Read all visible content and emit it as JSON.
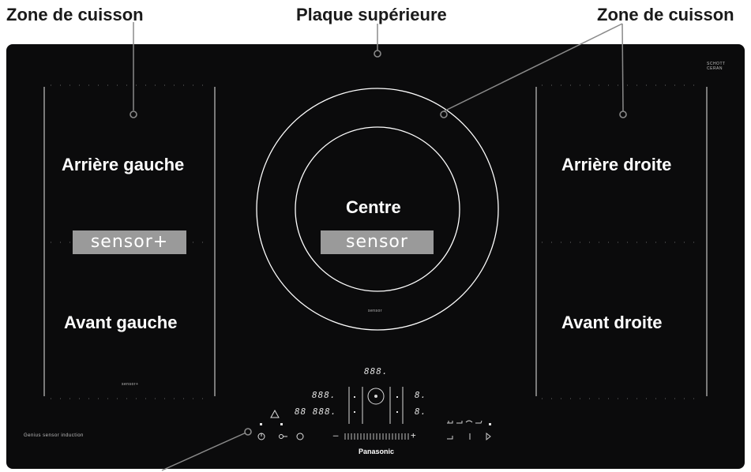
{
  "callouts": {
    "left_zone": "Zone de cuisson",
    "top_plate": "Plaque supérieure",
    "right_zone": "Zone de cuisson"
  },
  "zones": {
    "rear_left": "Arrière gauche",
    "front_left": "Avant gauche",
    "center": "Centre",
    "rear_right": "Arrière droite",
    "front_right": "Avant droite"
  },
  "badges": {
    "sensor_plus": "sensor+",
    "sensor": "sensor"
  },
  "cooktop": {
    "schott_line1": "SCHOTT",
    "schott_line2": "CERAN",
    "genius_text": "Genius sensor induction",
    "center_small": "sensor",
    "left_small": "sensor+",
    "panasonic": "Panasonic"
  },
  "panel": {
    "top_display": "888.",
    "left_row1": "888.",
    "left_row2": "88 888.",
    "right_row1": "8.",
    "right_row2": "8.",
    "minus": "–",
    "plus": "+"
  }
}
